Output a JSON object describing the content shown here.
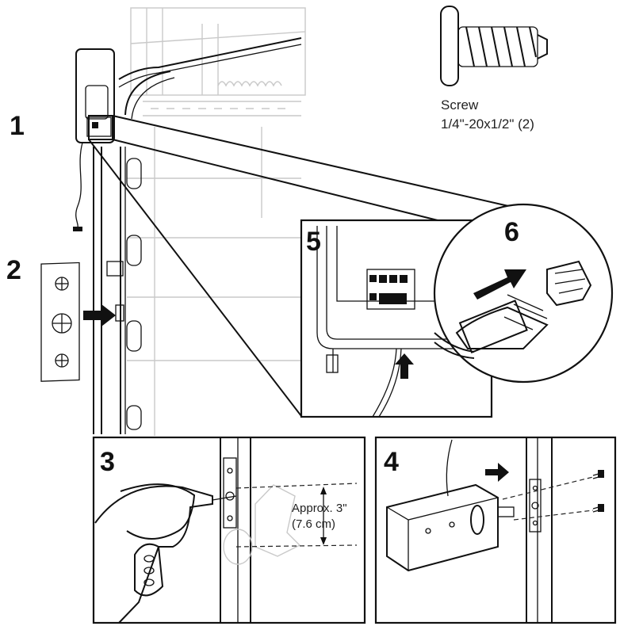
{
  "steps": {
    "s1": "1",
    "s2": "2",
    "s3": "3",
    "s4": "4",
    "s5": "5",
    "s6": "6"
  },
  "screw": {
    "name": "Screw",
    "spec": "1/4\"-20x1/2\" (2)"
  },
  "measurement": {
    "line1": "Approx. 3\"",
    "line2": "(7.6 cm)"
  }
}
